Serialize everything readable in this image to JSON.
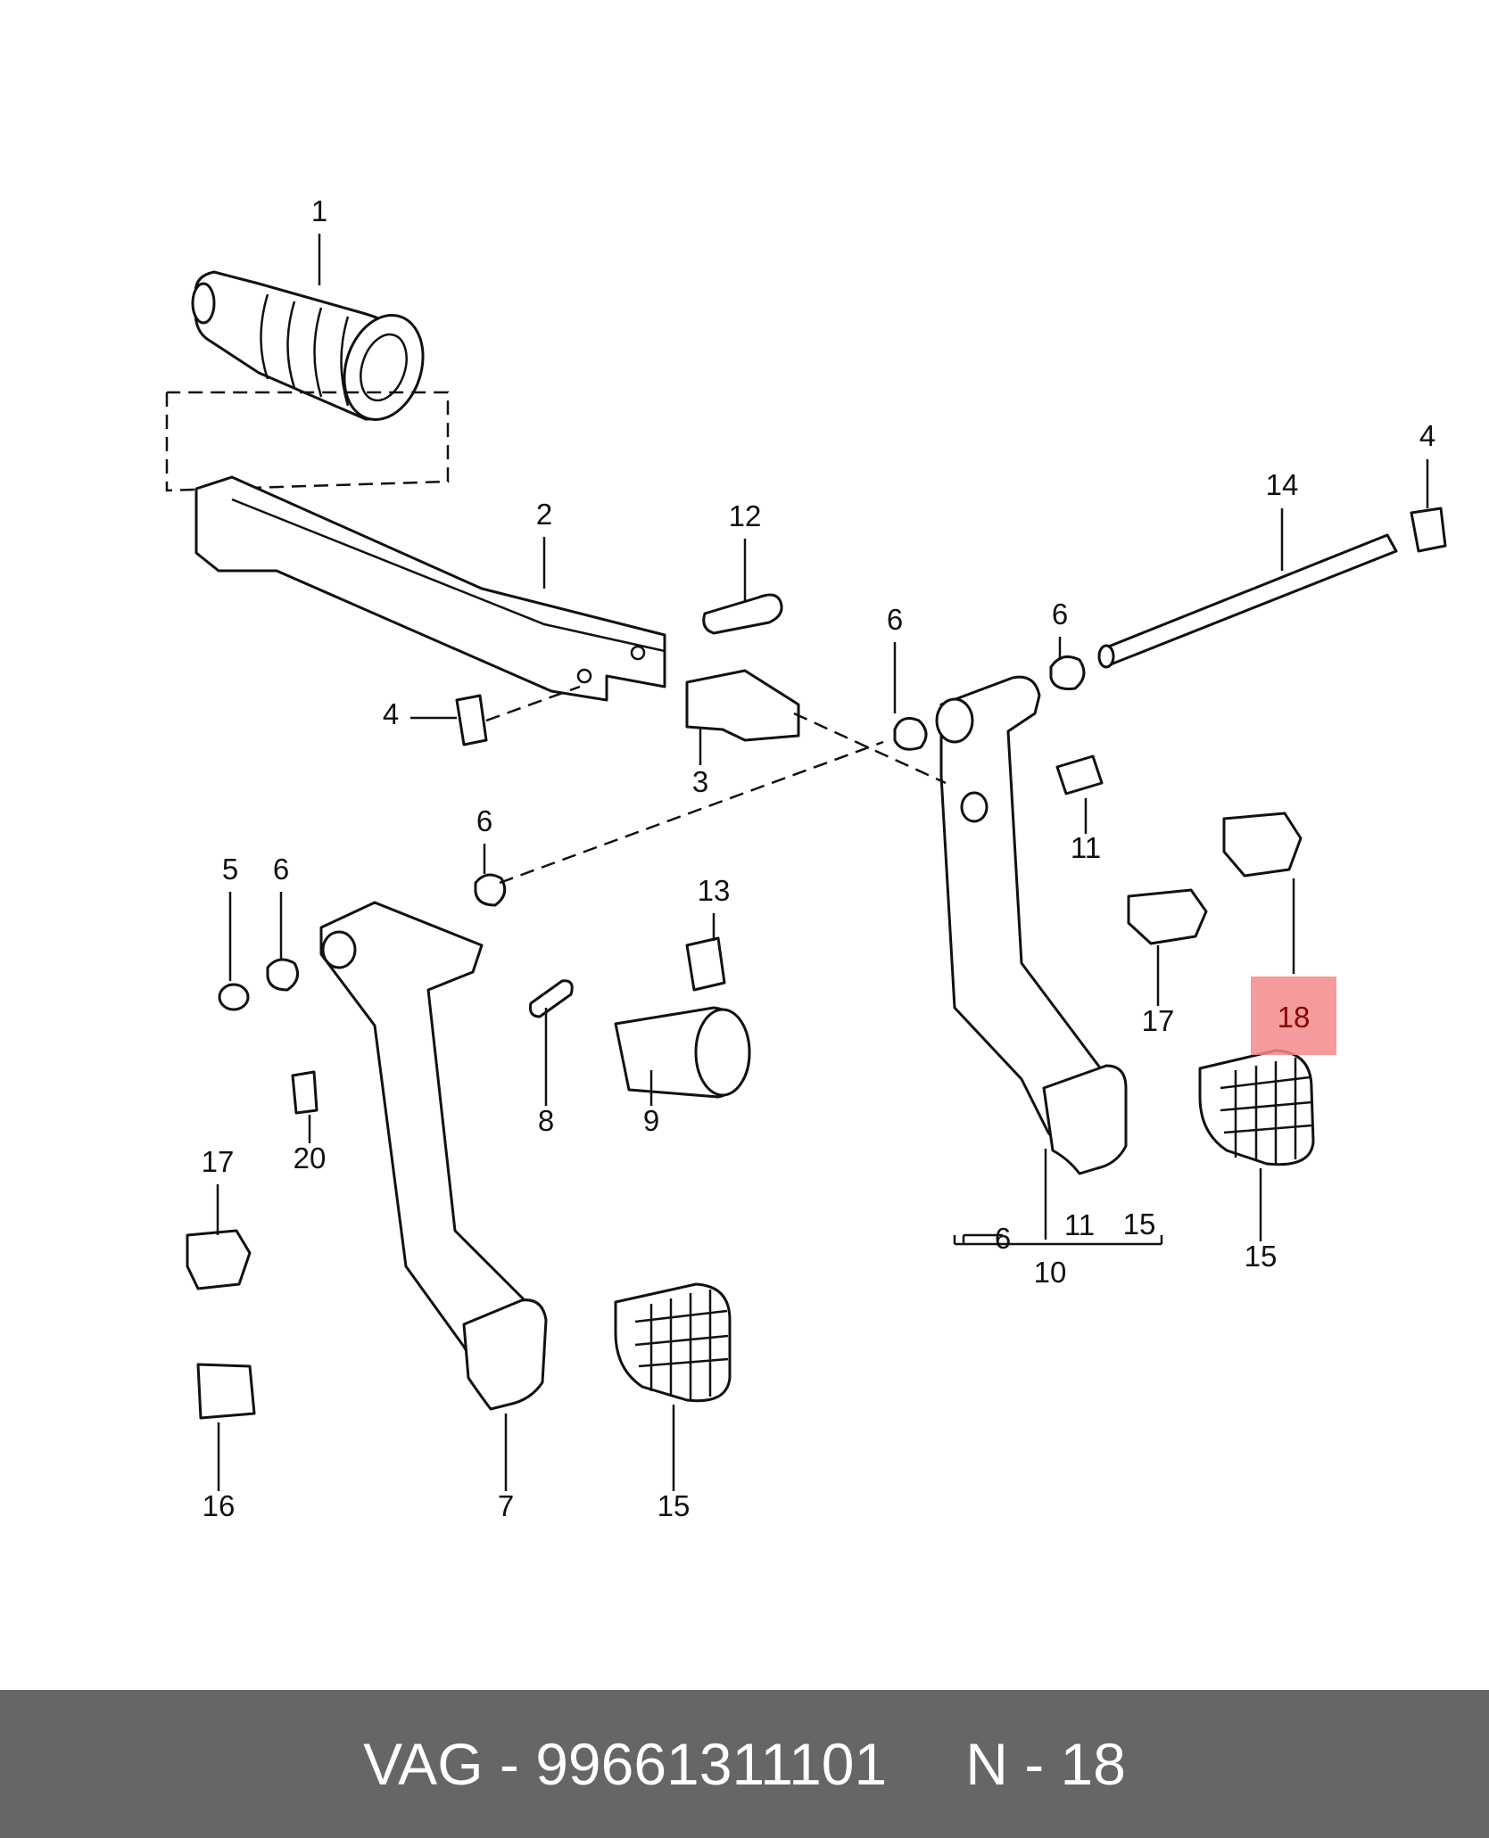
{
  "diagram": {
    "callouts": [
      {
        "id": "c1",
        "text": "1"
      },
      {
        "id": "c2",
        "text": "2"
      },
      {
        "id": "c3",
        "text": "3"
      },
      {
        "id": "c4a",
        "text": "4"
      },
      {
        "id": "c4b",
        "text": "4"
      },
      {
        "id": "c5",
        "text": "5"
      },
      {
        "id": "c6a",
        "text": "6"
      },
      {
        "id": "c6b",
        "text": "6"
      },
      {
        "id": "c6c",
        "text": "6"
      },
      {
        "id": "c6d",
        "text": "6"
      },
      {
        "id": "c6e",
        "text": "6"
      },
      {
        "id": "c7",
        "text": "7"
      },
      {
        "id": "c8",
        "text": "8"
      },
      {
        "id": "c9",
        "text": "9"
      },
      {
        "id": "c10",
        "text": "10"
      },
      {
        "id": "c11a",
        "text": "11"
      },
      {
        "id": "c11b",
        "text": "11"
      },
      {
        "id": "c12",
        "text": "12"
      },
      {
        "id": "c13",
        "text": "13"
      },
      {
        "id": "c14",
        "text": "14"
      },
      {
        "id": "c15a",
        "text": "15"
      },
      {
        "id": "c15b",
        "text": "15"
      },
      {
        "id": "c15c",
        "text": "15"
      },
      {
        "id": "c16",
        "text": "16"
      },
      {
        "id": "c17a",
        "text": "17"
      },
      {
        "id": "c17b",
        "text": "17"
      },
      {
        "id": "c18",
        "text": "18"
      },
      {
        "id": "c20",
        "text": "20"
      }
    ],
    "highlighted_callout": "18",
    "highlight_color": "#f38a8a"
  },
  "footer": {
    "brand": "VAG",
    "separator": "-",
    "part_number": "99661311101",
    "page_ref": "N - 18",
    "background": "#666666",
    "text_color": "#ffffff"
  }
}
